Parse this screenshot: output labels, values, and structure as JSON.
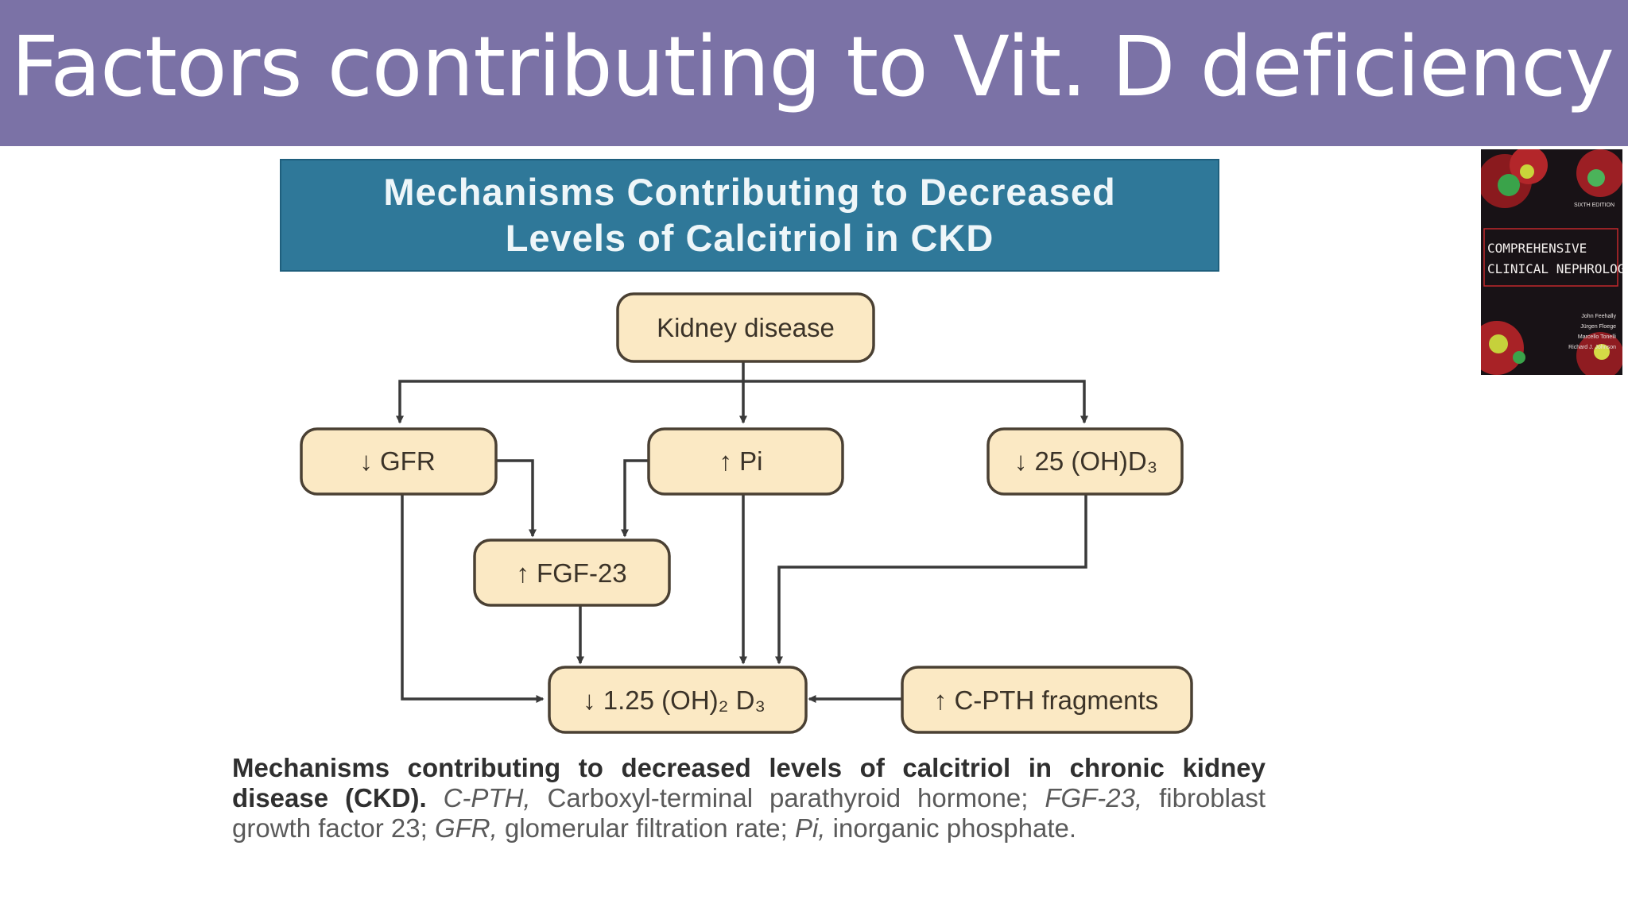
{
  "slide": {
    "title": "Factors contributing to Vit. D deficiency"
  },
  "figure": {
    "header_line1": "Mechanisms Contributing to Decreased",
    "header_line2": "Levels of Calcitriol in CKD",
    "nodes": {
      "kidney_disease": "Kidney disease",
      "gfr": "↓ GFR",
      "pi": "↑ Pi",
      "vit25": "↓ 25 (OH)D₃",
      "fgf23": "↑ FGF-23",
      "calcitriol": "↓ 1.25 (OH)₂ D₃",
      "cpth": "↑ C-PTH fragments"
    },
    "caption": {
      "bold": "Mechanisms contributing to decreased levels of calcitriol in chronic kidney disease (CKD).",
      "abbr_cpth": "C-PTH,",
      "def_cpth": " Carboxyl-terminal parathyroid hormone; ",
      "abbr_fgf": "FGF-23,",
      "def_fgf": " fibroblast growth factor 23; ",
      "abbr_gfr": "GFR,",
      "def_gfr": " glomerular filtration rate; ",
      "abbr_pi": "Pi,",
      "def_pi": " inorganic phosphate."
    }
  },
  "book_cover": {
    "edition": "SIXTH EDITION",
    "title_line1": "COMPREHENSIVE",
    "title_line2": "CLINICAL NEPHROLOGY",
    "authors": [
      "John Feehally",
      "Jürgen Floege",
      "Marcello Tonelli",
      "Richard J. Johnson"
    ]
  },
  "colors": {
    "title_bar": "#7b72a6",
    "header_box": "#2f7899",
    "node_fill": "#fbe9c4",
    "node_stroke": "#4a4033",
    "arrow": "#3a3a3a"
  }
}
